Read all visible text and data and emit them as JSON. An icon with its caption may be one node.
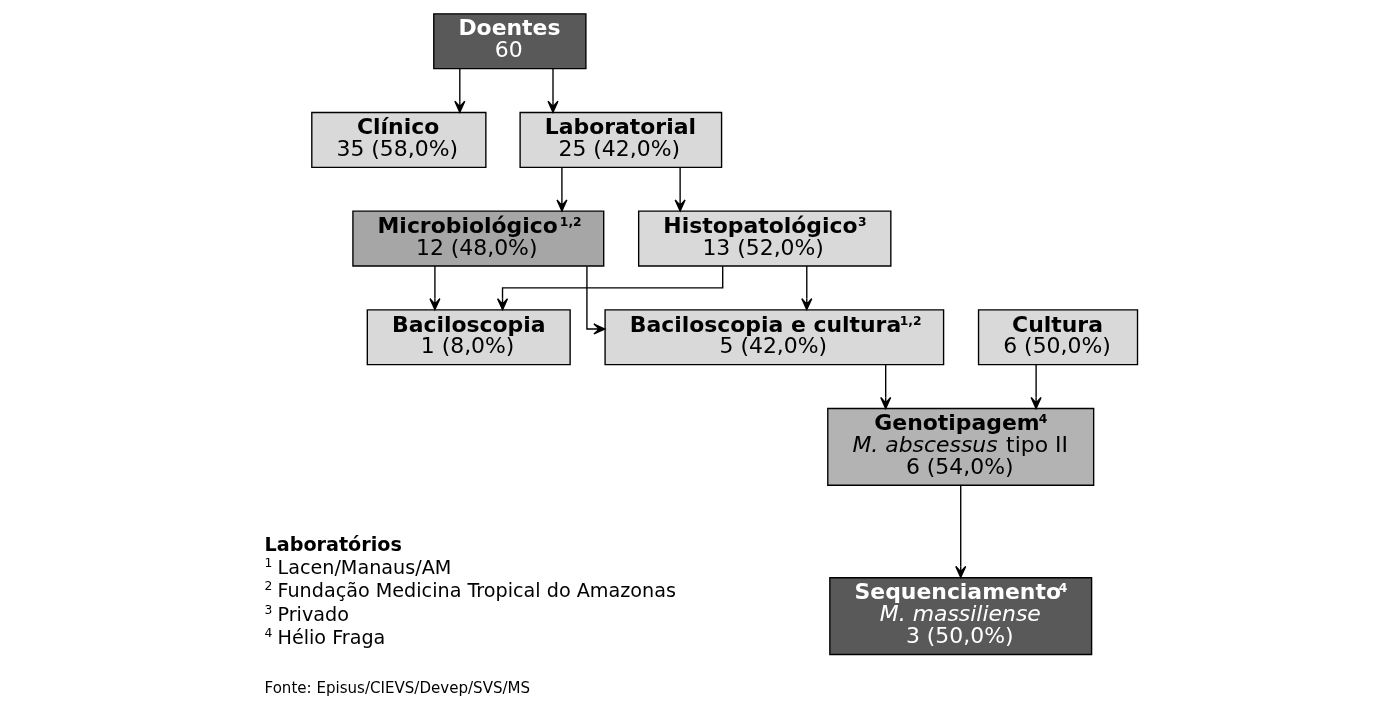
{
  "diagram": {
    "nodes": [
      {
        "text": [
          "Doentes",
          "60"
        ]
      },
      {
        "text": [
          "Clínico",
          "35 (58,0%)"
        ]
      },
      {
        "text": [
          "Laboratorial",
          "25 (42,0%)"
        ]
      },
      {
        "text": [
          "Microbiológico$^{1,2}$",
          "12 (48,0%)"
        ]
      },
      {
        "text": [
          "Histopatológico$^{3}$",
          "13 (52,0%)"
        ]
      },
      {
        "text": [
          "Baciloscopia",
          "1 (8,0%)"
        ]
      },
      {
        "text": [
          "Baciloscopia e cultura$^{1,2}$",
          "5 (42,0%)"
        ]
      },
      {
        "text": [
          "Cultura",
          "6 (50,0%)"
        ]
      },
      {
        "text": [
          "Genotipagem$^{4}$",
          "*M. abscessus* tipo II",
          "6 (54,0%)"
        ]
      },
      {
        "text": [
          "Sequenciamento$^{4}$",
          "*M. massiliense*",
          "3 (50,0%)"
        ]
      }
    ],
    "edges": [
      {
        "from": 0,
        "to": 1,
        "arrow": "to"
      },
      {
        "from": 0,
        "to": 2,
        "arrow": "to"
      },
      {
        "from": 2,
        "to": 3,
        "arrow": "to"
      },
      {
        "from": 2,
        "to": 4,
        "arrow": "to"
      },
      {
        "from": 3,
        "to": 5,
        "arrow": "to"
      },
      {
        "from": 3,
        "to": 6,
        "arrow": "to"
      },
      {
        "from": 4,
        "to": 5,
        "arrow": "to"
      },
      {
        "from": 4,
        "to": 6,
        "arrow": "to"
      },
      {
        "from": 6,
        "to": 8,
        "arrow": "to"
      },
      {
        "from": 7,
        "to": 8,
        "arrow": "to"
      },
      {
        "from": 8,
        "to": 9,
        "arrow": "to"
      }
    ],
    "labels": [
      "Laboratórios",
      "$^{1}$ Lacen/Manaus/AM",
      "$^{2}$ Fundação Medicina Tropical do Amazonas",
      "$^{3}$ Privado",
      "$^{4}$ Hélio Fraga",
      "Fonte: Episus/CIEVS/Devep/SVS/MS"
    ]
  }
}
